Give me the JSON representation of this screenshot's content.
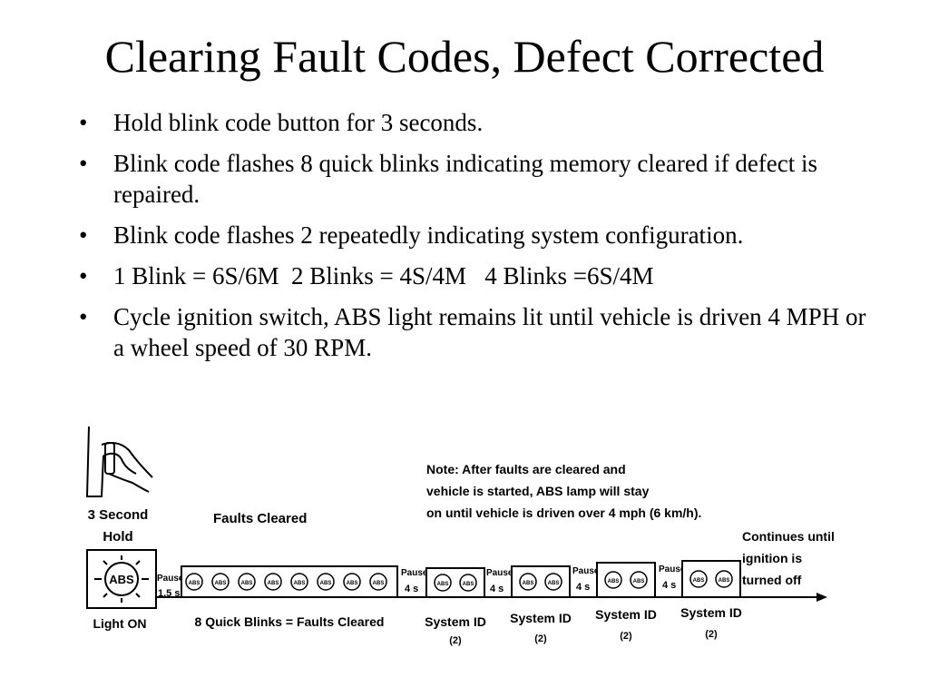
{
  "slide": {
    "title": "Clearing Fault Codes, Defect Corrected",
    "bullets": [
      "Hold blink code button for 3 seconds.",
      "Blink code flashes 8 quick blinks indicating memory cleared if defect is repaired.",
      "Blink code flashes 2 repeatedly indicating system configuration.",
      "1 Blink = 6S/6M  2 Blinks = 4S/4M   4 Blinks =6S/4M",
      "Cycle ignition switch, ABS light remains lit until vehicle is driven 4 MPH or a wheel speed of 30 RPM."
    ]
  },
  "diagram": {
    "hold_label_line1": "3 Second",
    "hold_label_line2": "Hold",
    "faults_cleared_label": "Faults Cleared",
    "note_line1": "Note: After faults are cleared and",
    "note_line2": "vehicle is started, ABS lamp will stay",
    "note_line3": "on until vehicle is driven over 4 mph (6 km/h).",
    "continues_line1": "Continues until",
    "continues_line2": "ignition is",
    "continues_line3": "turned off",
    "abs_lamp_text": "ABS",
    "blink_text": "ABS",
    "light_on_label": "Light ON",
    "pause_word": "Pause",
    "pause_first_value": "1.5 s",
    "pause_value": "4 s",
    "eight_blinks_label": "8 Quick Blinks = Faults Cleared",
    "system_id_label": "System ID",
    "system_id_sub": "(2)"
  }
}
